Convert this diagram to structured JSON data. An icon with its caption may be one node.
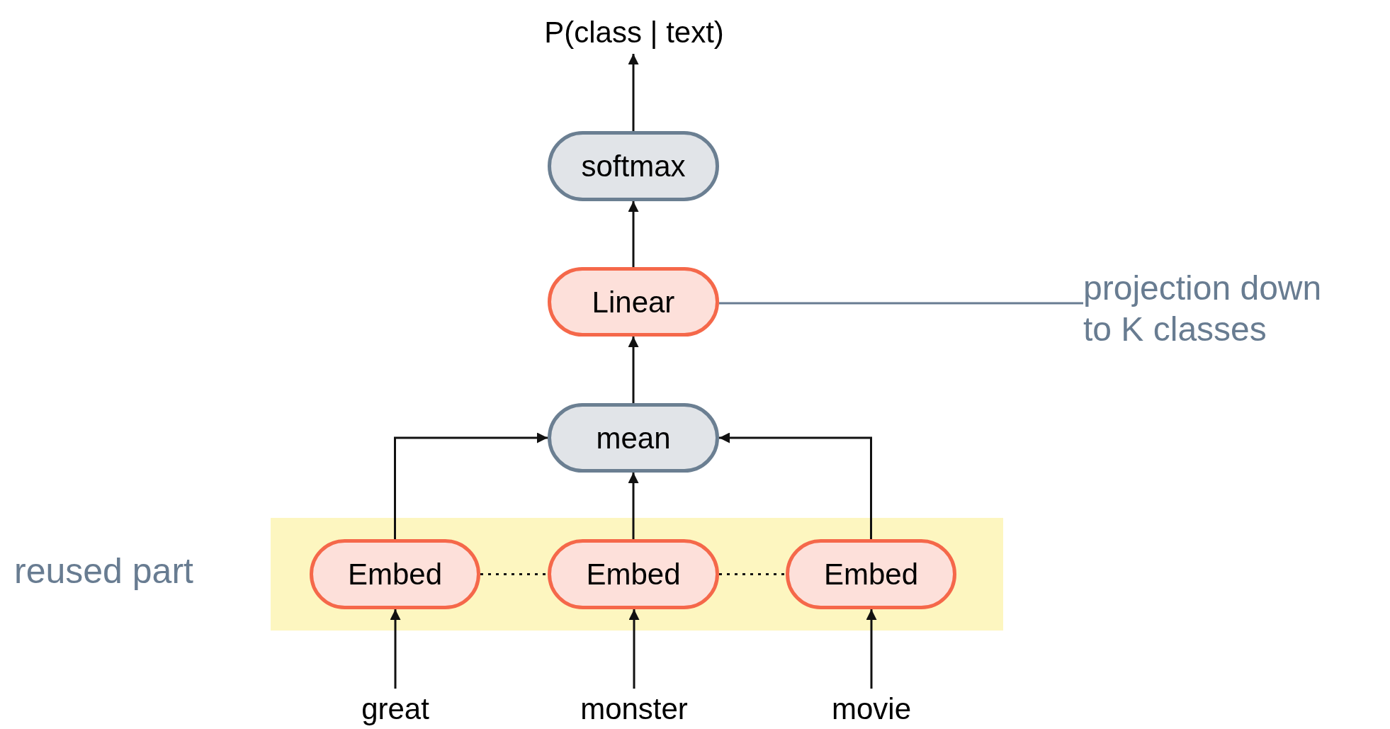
{
  "diagram": {
    "nodes": [
      {
        "text": [
          "P(class | text)"
        ]
      },
      {
        "text": [
          "softmax"
        ]
      },
      {
        "text": [
          "Linear"
        ]
      },
      {
        "text": [
          "mean"
        ]
      },
      {
        "text": [
          "reused part"
        ]
      },
      {
        "text": [
          "Embed"
        ],
        "in": 4
      },
      {
        "text": [
          "Embed"
        ],
        "in": 4
      },
      {
        "text": [
          "Embed"
        ],
        "in": 4
      },
      {
        "text": [
          "great"
        ]
      },
      {
        "text": [
          "monster"
        ]
      },
      {
        "text": [
          "movie"
        ]
      },
      {
        "text": [
          "projection down to K classes"
        ]
      }
    ],
    "edges": [
      {
        "from": 1,
        "to": 0,
        "arrow": "to"
      },
      {
        "from": 2,
        "to": 1,
        "arrow": "to"
      },
      {
        "from": 3,
        "to": 2,
        "arrow": "to"
      },
      {
        "from": 5,
        "to": 3,
        "arrow": "to"
      },
      {
        "from": 6,
        "to": 3,
        "arrow": "to"
      },
      {
        "from": 7,
        "to": 3,
        "arrow": "to"
      },
      {
        "from": 8,
        "to": 5,
        "arrow": "to"
      },
      {
        "from": 9,
        "to": 6,
        "arrow": "to"
      },
      {
        "from": 10,
        "to": 7,
        "arrow": "to"
      },
      {
        "from": 5,
        "to": 6,
        "arrow": "none",
        "style": "dashed"
      },
      {
        "from": 6,
        "to": 7,
        "arrow": "none",
        "style": "dashed"
      },
      {
        "from": 11,
        "to": 2,
        "arrow": "none",
        "color": "#687c91"
      }
    ]
  }
}
